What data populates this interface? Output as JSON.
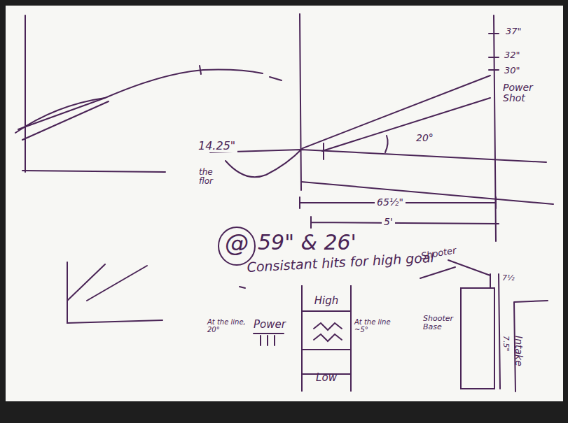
{
  "diagram": {
    "nodes": [
      {
        "text": [
          "@"
        ]
      },
      {
        "text": [
          "High",
          "Low"
        ]
      }
    ],
    "labels": [
      "37\"",
      "32\"",
      "30\"",
      "Power Shot",
      "14.25\"",
      "20°",
      "the flor",
      "65½\"",
      "5'",
      "59\" & 26'",
      "Consistant hits for high goal",
      "Shooter",
      "7½",
      "At the line, 20°",
      "Power",
      "At the line ~5°",
      "Shooter Base",
      "7.5\"",
      "Intake"
    ]
  }
}
